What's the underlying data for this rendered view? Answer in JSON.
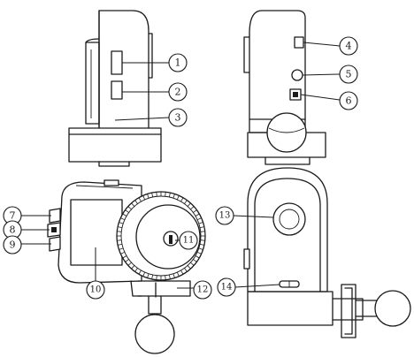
{
  "callouts": [
    {
      "id": 1,
      "label": "1"
    },
    {
      "id": 2,
      "label": "2"
    },
    {
      "id": 3,
      "label": "3"
    },
    {
      "id": 4,
      "label": "4"
    },
    {
      "id": 5,
      "label": "5"
    },
    {
      "id": 6,
      "label": "6"
    },
    {
      "id": 7,
      "label": "7"
    },
    {
      "id": 8,
      "label": "8"
    },
    {
      "id": 9,
      "label": "9"
    },
    {
      "id": 10,
      "label": "10"
    },
    {
      "id": 11,
      "label": "11"
    },
    {
      "id": 12,
      "label": "12"
    },
    {
      "id": 13,
      "label": "13"
    },
    {
      "id": 14,
      "label": "14"
    }
  ],
  "colors": {
    "line": "#1a1a1a",
    "background": "#ffffff"
  }
}
